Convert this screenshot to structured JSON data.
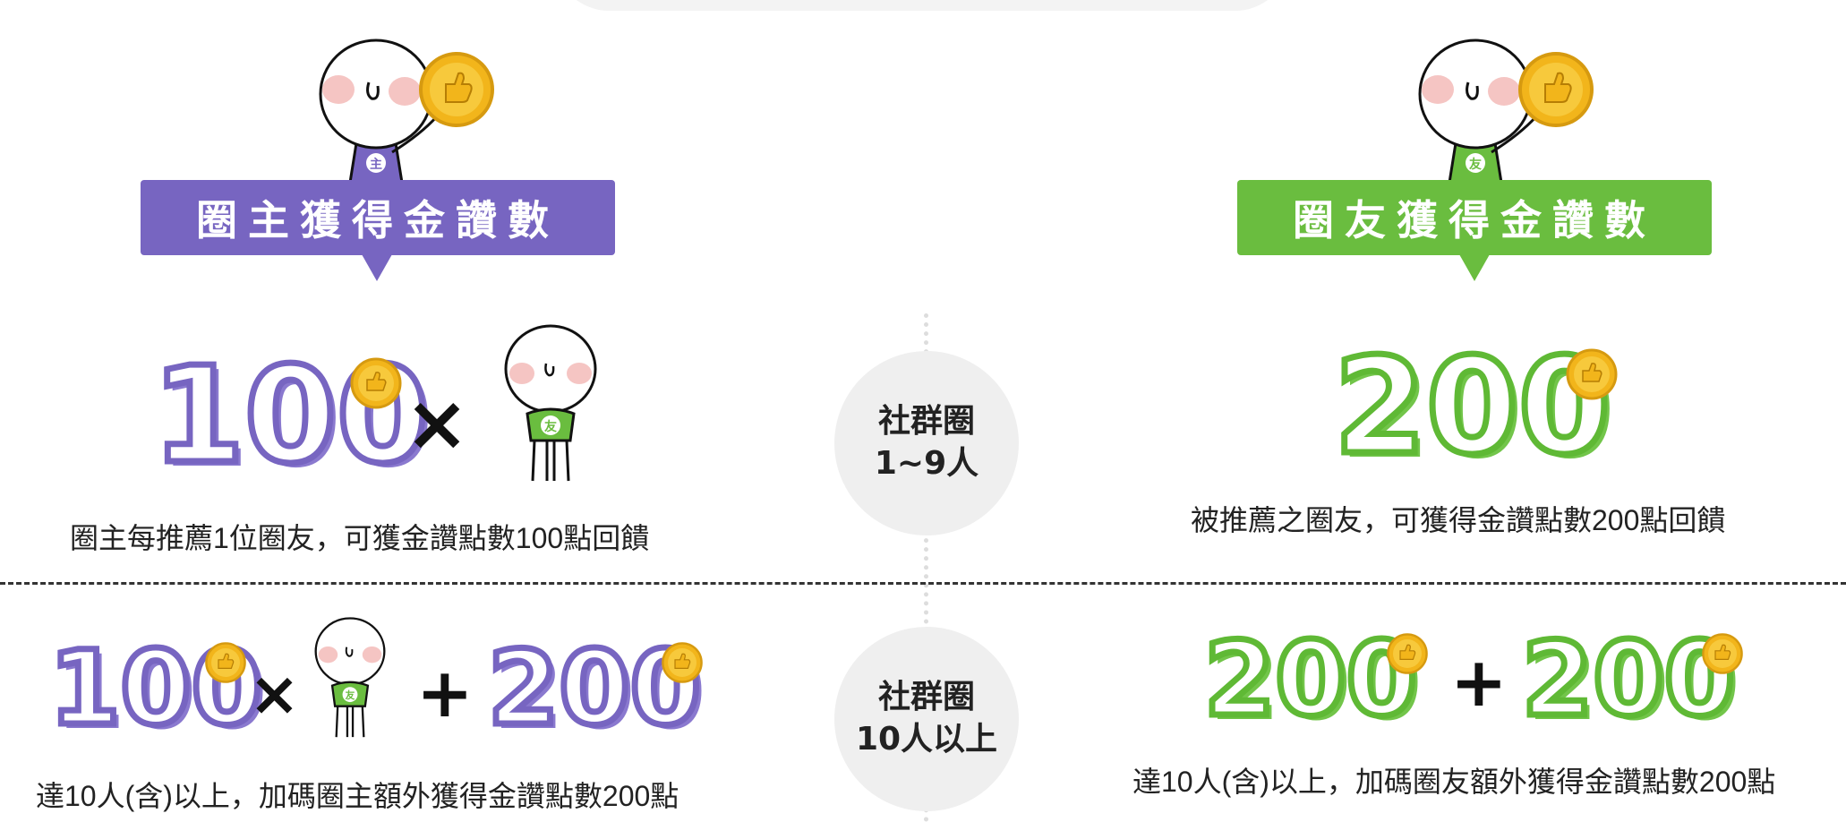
{
  "left_panel": {
    "mascot_shirt_label": "主",
    "banner_title": "圈主獲得金讚數",
    "tier1": {
      "amount": "100",
      "operator": "×",
      "friend_shirt_label": "友",
      "description": "圈主每推薦1位圈友，可獲金讚點數100點回饋"
    },
    "tier2": {
      "amount_a": "100",
      "operator_times": "×",
      "friend_shirt_label": "友",
      "operator_plus": "+",
      "amount_b": "200",
      "description": "達10人(含)以上，加碼圈主額外獲得金讚點數200點"
    }
  },
  "right_panel": {
    "mascot_shirt_label": "友",
    "banner_title": "圈友獲得金讚數",
    "tier1": {
      "amount": "200",
      "description": "被推薦之圈友，可獲得金讚點數200點回饋"
    },
    "tier2": {
      "amount_a": "200",
      "operator_plus": "+",
      "amount_b": "200",
      "description": "達10人(含)以上，加碼圈友額外獲得金讚點數200點"
    }
  },
  "tiers": [
    {
      "line1": "社群圈",
      "line2": "1~9人"
    },
    {
      "line1": "社群圈",
      "line2": "10人以上"
    }
  ],
  "colors": {
    "purple": "#7765c1",
    "green": "#6abd3f",
    "coin": "#f2b51b",
    "blush": "#f2b7b4"
  },
  "icons": [
    "thumbs-up-coin-icon",
    "mascot-icon"
  ]
}
